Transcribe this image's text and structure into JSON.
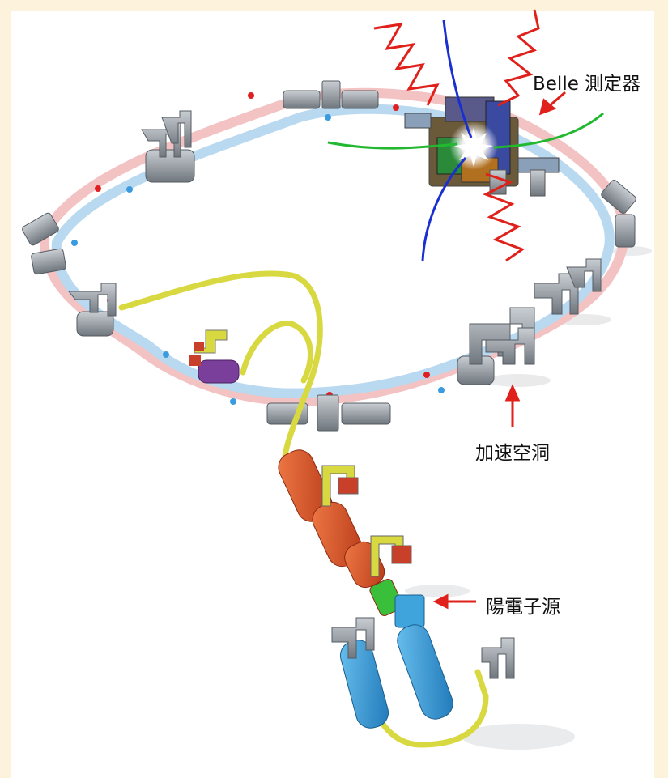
{
  "diagram": {
    "labels": {
      "detector": "Belle 測定器",
      "cavity": "加速空洞",
      "positron_source": "陽電子源"
    },
    "colors": {
      "background_frame": "#fdf3dc",
      "electron_ring": "#f3c2c2",
      "positron_ring": "#b9d9f0",
      "electron_bunch": "#e02020",
      "positron_bunch": "#3a9be0",
      "magnet": "#9aa1a8",
      "linac_section": "#e2552a",
      "positron_linac": "#3fa3dc",
      "transport_line": "#e0e04a",
      "photon_wave": "#e0201a",
      "track_blue": "#1a2fd0",
      "track_green": "#22b830",
      "arrow": "#e0201a"
    }
  }
}
